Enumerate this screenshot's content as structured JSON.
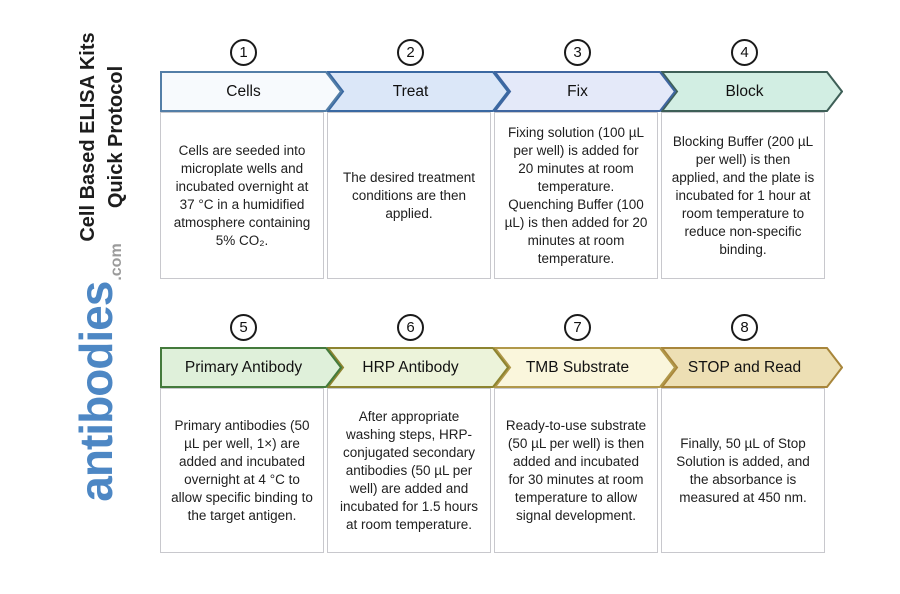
{
  "sidebar": {
    "title_line1": "Cell Based ELISA Kits",
    "title_line2": "Quick Protocol",
    "logo_main": "antibodies",
    "logo_suffix": ".com",
    "logo_color": "#4d87c4",
    "logo_suffix_color": "#9b9b9b",
    "title_color": "#1d1d1d"
  },
  "steps": [
    {
      "number": "1",
      "label": "Cells",
      "description": "Cells are seeded into microplate wells and incubated overnight at 37 °C in a humidified atmosphere containing 5% CO₂.",
      "fill": "#f7fafd",
      "stroke": "#537ea7"
    },
    {
      "number": "2",
      "label": "Treat",
      "description": "The desired treatment conditions are then applied.",
      "fill": "#dbe7f8",
      "stroke": "#3a69a2"
    },
    {
      "number": "3",
      "label": "Fix",
      "description": "Fixing solution (100 µL per well) is added for 20 minutes at room temperature. Quenching Buffer (100 µL) is then added for 20 minutes at room temperature.",
      "fill": "#e4e9f9",
      "stroke": "#3f66a0"
    },
    {
      "number": "4",
      "label": "Block",
      "description": "Blocking Buffer (200 µL per well) is then applied, and the plate is incubated for 1 hour at room temperature to reduce non-specific binding.",
      "fill": "#d2eee3",
      "stroke": "#3e5f57"
    },
    {
      "number": "5",
      "label": "Primary Antibody",
      "description": "Primary antibodies (50 µL per well, 1×) are added and incubated overnight at 4 °C to allow specific binding to the target antigen.",
      "fill": "#dff0da",
      "stroke": "#447a3c"
    },
    {
      "number": "6",
      "label": "HRP Antibody",
      "description": "After appropriate washing steps, HRP-conjugated secondary antibodies (50 µL per well) are added and incubated for 1.5 hours at room temperature.",
      "fill": "#ecf3da",
      "stroke": "#8d8430"
    },
    {
      "number": "7",
      "label": "TMB Substrate",
      "description": "Ready-to-use substrate (50 µL per well) is then added and incubated for 30 minutes at room temperature to allow signal development.",
      "fill": "#faf6dc",
      "stroke": "#b1984a"
    },
    {
      "number": "8",
      "label": "STOP and Read",
      "description": "Finally, 50 µL of Stop Solution is added, and the absorbance is measured at 450 nm.",
      "fill": "#eddfb4",
      "stroke": "#a8863b"
    }
  ]
}
